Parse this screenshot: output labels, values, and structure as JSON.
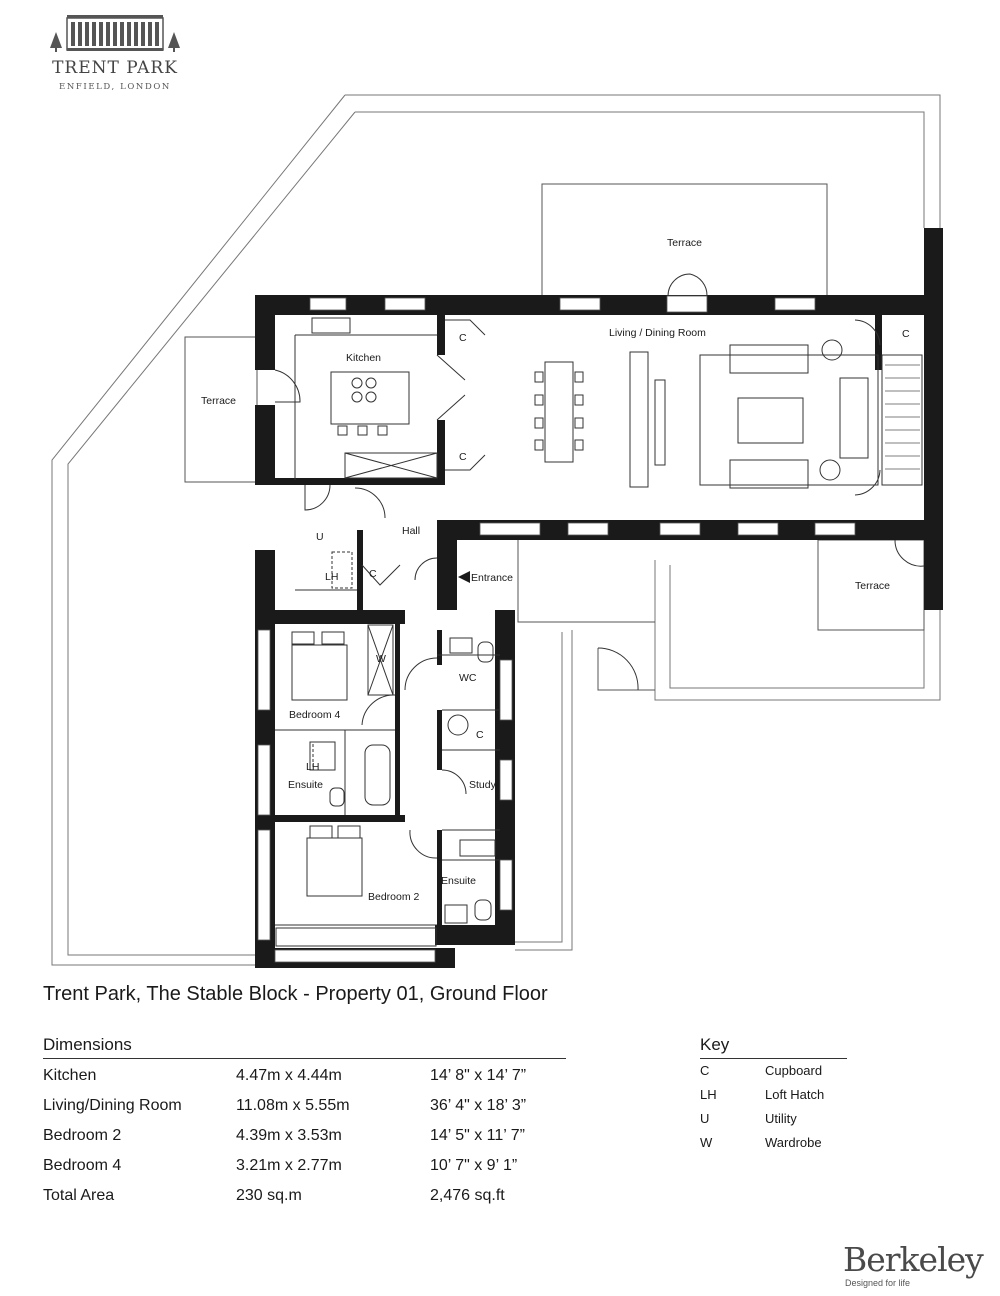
{
  "logo": {
    "name": "TRENT PARK",
    "location": "ENFIELD, LONDON"
  },
  "title": "Trent Park, The Stable Block - Property 01, Ground Floor",
  "plan": {
    "rooms": {
      "terrace_top": "Terrace",
      "terrace_left": "Terrace",
      "terrace_right": "Terrace",
      "kitchen": "Kitchen",
      "living": "Living / Dining Room",
      "hall": "Hall",
      "entrance": "Entrance",
      "utility": "U",
      "lh_utility": "LH",
      "c_kitchen_1": "C",
      "c_kitchen_2": "C",
      "c_living": "C",
      "c_hall": "C",
      "c_study": "C",
      "wardrobe": "W",
      "wc": "WC",
      "bedroom4": "Bedroom 4",
      "lh_ensuite": "LH",
      "ensuite4": "Ensuite",
      "study": "Study",
      "ensuite2": "Ensuite",
      "bedroom2": "Bedroom 2"
    }
  },
  "dimensions": {
    "heading": "Dimensions",
    "rows": [
      {
        "room": "Kitchen",
        "metric": "4.47m x 4.44m",
        "imperial": "14’ 8\" x 14’ 7”"
      },
      {
        "room": "Living/Dining Room",
        "metric": "11.08m x 5.55m",
        "imperial": "36’ 4\" x 18’ 3”"
      },
      {
        "room": "Bedroom 2",
        "metric": "4.39m x 3.53m",
        "imperial": "14’ 5\" x 11’ 7”"
      },
      {
        "room": "Bedroom 4",
        "metric": "3.21m x 2.77m",
        "imperial": "10’ 7\" x 9’ 1”"
      },
      {
        "room": "Total Area",
        "metric": "230 sq.m",
        "imperial": "2,476 sq.ft"
      }
    ]
  },
  "key": {
    "heading": "Key",
    "items": [
      {
        "code": "C",
        "label": "Cupboard"
      },
      {
        "code": "LH",
        "label": "Loft Hatch"
      },
      {
        "code": "U",
        "label": "Utility"
      },
      {
        "code": "W",
        "label": "Wardrobe"
      }
    ]
  },
  "brand": {
    "name": "Berkeley",
    "tagline": "Designed for life"
  }
}
